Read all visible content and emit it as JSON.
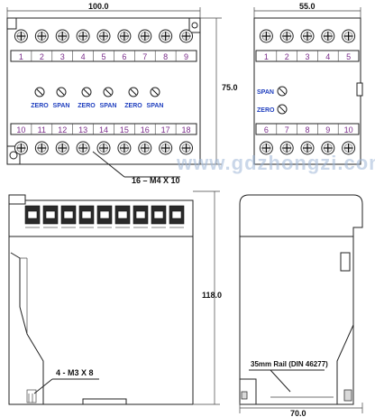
{
  "front_view": {
    "width_label": "100.0",
    "height_label": "75.0",
    "top_terminals": [
      "1",
      "2",
      "3",
      "4",
      "5",
      "6",
      "7",
      "8",
      "9"
    ],
    "bottom_terminals": [
      "10",
      "11",
      "12",
      "13",
      "14",
      "15",
      "16",
      "17",
      "18"
    ],
    "adjusters": [
      {
        "zero": "ZERO",
        "span": "SPAN"
      },
      {
        "zero": "ZERO",
        "span": "SPAN"
      },
      {
        "zero": "ZERO",
        "span": "SPAN"
      }
    ],
    "screw_callout": "16 – M4 X 10"
  },
  "side_small_view": {
    "width_label": "55.0",
    "top_terminals": [
      "1",
      "2",
      "3",
      "4",
      "5"
    ],
    "bottom_terminals": [
      "6",
      "7",
      "8",
      "9",
      "10"
    ],
    "span_label": "SPAN",
    "zero_label": "ZERO"
  },
  "bottom_left_view": {
    "height_label": "118.0",
    "screw_callout": "4 - M3 X 8"
  },
  "bottom_right_view": {
    "width_label": "70.0",
    "rail_callout": "35mm Rail (DIN 46277)"
  },
  "watermark": "www.gdzhongzi.com"
}
